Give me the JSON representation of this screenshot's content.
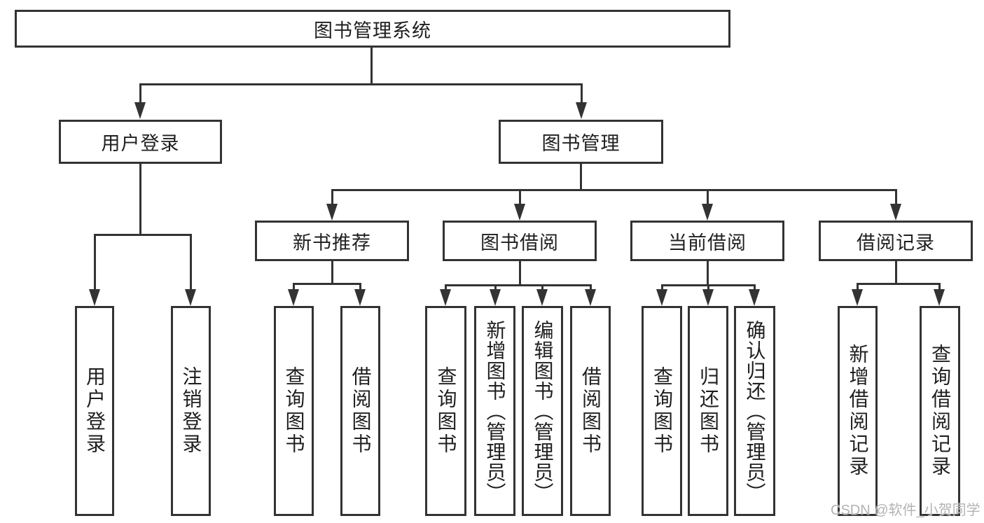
{
  "tree": {
    "root": {
      "label": "图书管理系统"
    },
    "children": [
      {
        "label": "用户登录",
        "children": [
          {
            "label": "用户登录"
          },
          {
            "label": "注销登录"
          }
        ]
      },
      {
        "label": "图书管理",
        "children": [
          {
            "label": "新书推荐",
            "children": [
              {
                "label": "查询图书"
              },
              {
                "label": "借阅图书"
              }
            ]
          },
          {
            "label": "图书借阅",
            "children": [
              {
                "label": "查询图书"
              },
              {
                "label": "新增图书（管理员）"
              },
              {
                "label": "编辑图书（管理员）"
              },
              {
                "label": "借阅图书"
              }
            ]
          },
          {
            "label": "当前借阅",
            "children": [
              {
                "label": "查询图书"
              },
              {
                "label": "归还图书"
              },
              {
                "label": "确认归还（管理员）"
              }
            ]
          },
          {
            "label": "借阅记录",
            "children": [
              {
                "label": "新增借阅记录"
              },
              {
                "label": "查询借阅记录"
              }
            ]
          }
        ]
      }
    ]
  },
  "watermark": {
    "text": "CSDN @软件_小贺同学"
  },
  "colors": {
    "line": "#333333",
    "text": "#1f1f1f",
    "watermark": "#b3b3b3",
    "background": "#ffffff"
  }
}
